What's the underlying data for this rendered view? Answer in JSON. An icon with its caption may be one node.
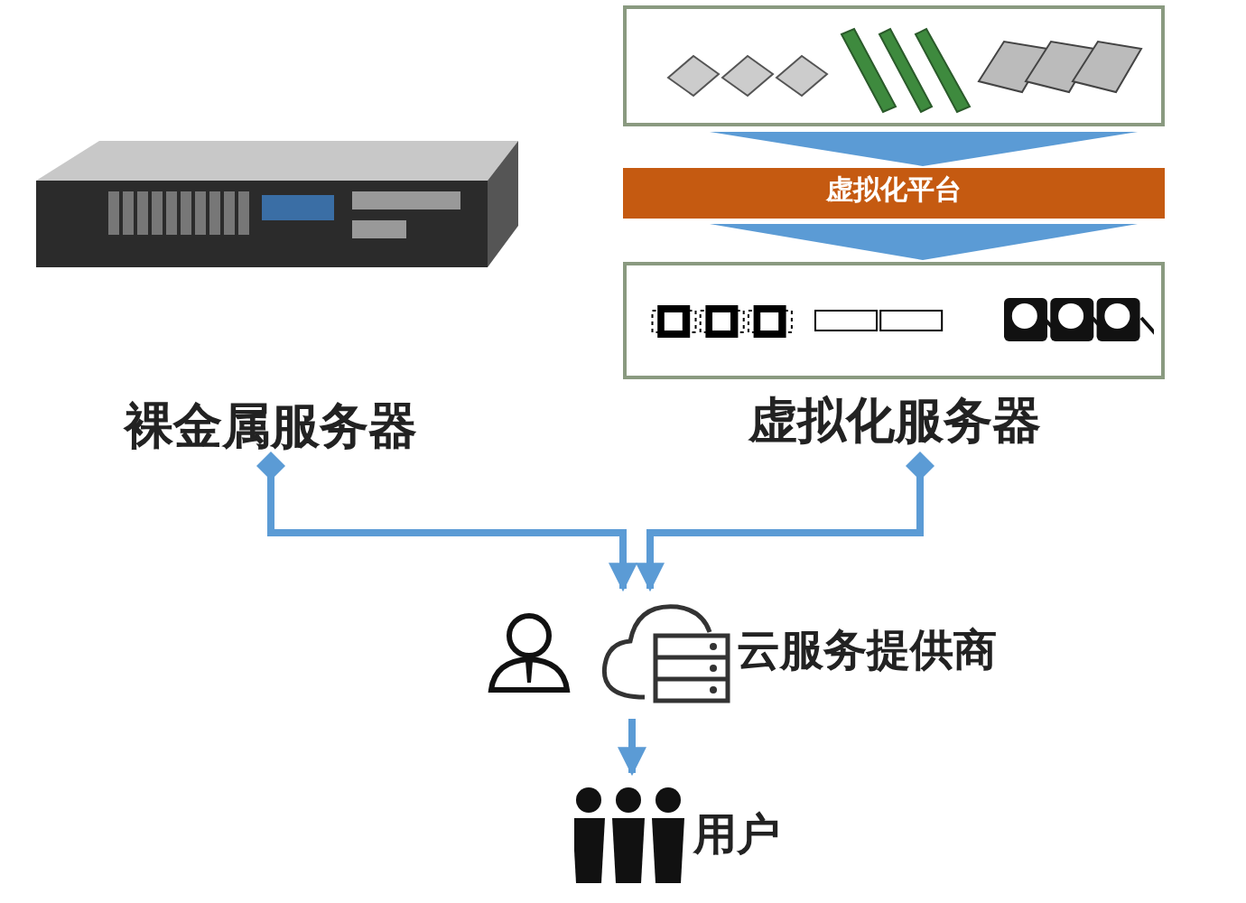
{
  "diagram": {
    "nodes": [
      {
        "text": [
          "裸金属服务器"
        ]
      },
      {
        "text": [
          "虚拟化服务器"
        ]
      },
      {
        "text": [],
        "shape": "box",
        "in": 1
      },
      {
        "text": [
          "虚拟化平台"
        ],
        "in": 1
      },
      {
        "text": [],
        "shape": "box",
        "in": 1
      },
      {
        "text": [
          "云服务提供商"
        ]
      },
      {
        "text": [
          "用户"
        ]
      }
    ],
    "edges": [
      {
        "from": 0,
        "to": 5,
        "arrow": "to"
      },
      {
        "from": 1,
        "to": 5,
        "arrow": "to"
      },
      {
        "from": 5,
        "to": 6,
        "arrow": "to"
      },
      {
        "from": 2,
        "to": 3,
        "arrow": "to"
      },
      {
        "from": 3,
        "to": 4,
        "arrow": "to"
      }
    ]
  }
}
